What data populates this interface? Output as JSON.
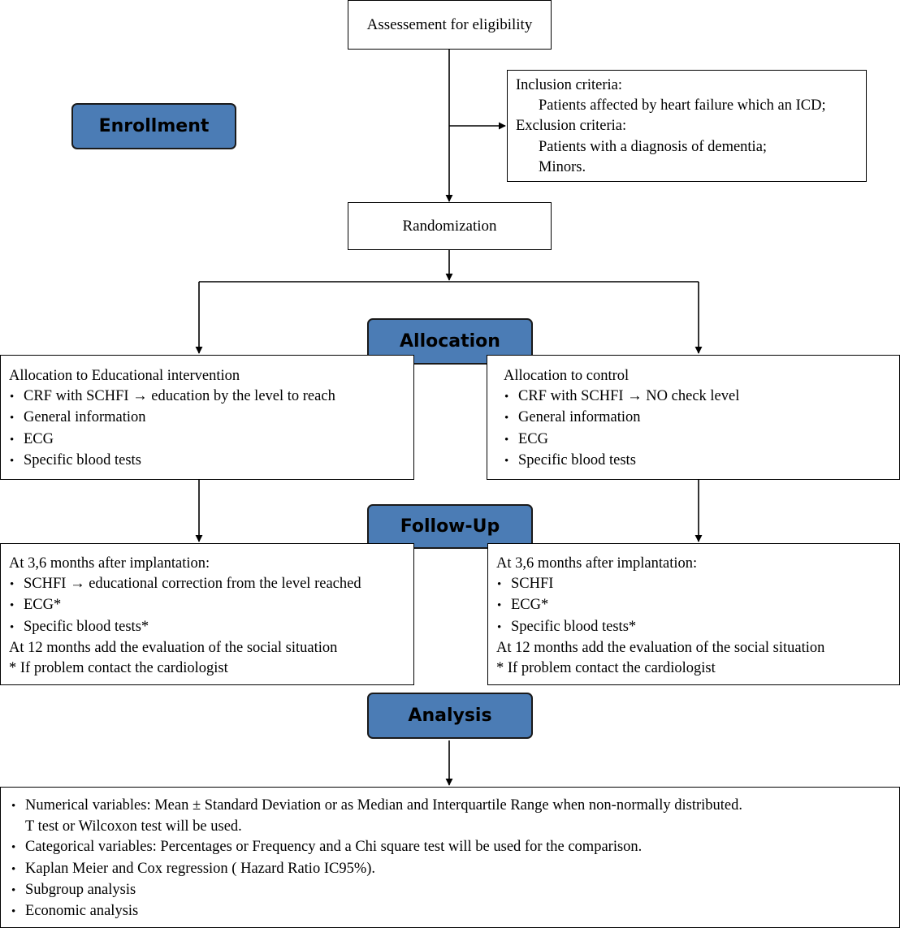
{
  "eligibility": {
    "label": "Assessement for eligibility"
  },
  "criteria": {
    "inclusion_title": "Inclusion criteria:",
    "inclusion_items": [
      "Patients affected by heart failure which an ICD;"
    ],
    "exclusion_title": "Exclusion criteria:",
    "exclusion_items": [
      "Patients with a diagnosis of dementia;",
      "Minors."
    ]
  },
  "randomization": {
    "label": "Randomization"
  },
  "stages": {
    "enrollment": "Enrollment",
    "allocation": "Allocation",
    "follow_up": "Follow-Up",
    "analysis": "Analysis"
  },
  "allocation": {
    "left": {
      "title": "Allocation to Educational intervention",
      "items": [
        "CRF with SCHFI → education by the level to reach",
        "General information",
        "ECG",
        "Specific blood tests"
      ]
    },
    "right": {
      "title": "Allocation to control",
      "items": [
        "CRF with SCHFI → NO check level",
        "General information",
        "ECG",
        "Specific blood tests"
      ]
    }
  },
  "follow_up": {
    "left": {
      "title": "At 3,6 months after implantation:",
      "items": [
        "SCHFI → educational correction from the level reached",
        "ECG*",
        "Specific blood tests*"
      ],
      "note1": "At 12 months add the evaluation of the social situation",
      "note2": "* If problem contact the cardiologist"
    },
    "right": {
      "title": "At 3,6 months after implantation:",
      "items": [
        "SCHFI",
        "ECG*",
        "Specific blood tests*"
      ],
      "note1": "At 12 months add the evaluation of the social situation",
      "note2": "* If problem contact the cardiologist"
    }
  },
  "analysis": {
    "item1": "Numerical variables: Mean ± Standard Deviation or as Median and Interquartile Range when non-normally distributed.",
    "item1_cont": "T test or Wilcoxon test will be used.",
    "items": [
      "Categorical variables: Percentages or Frequency and a Chi square test will be used for the comparison.",
      "Kaplan Meier and Cox regression ( Hazard Ratio IC95%).",
      "Subgroup analysis",
      "Economic analysis"
    ]
  }
}
